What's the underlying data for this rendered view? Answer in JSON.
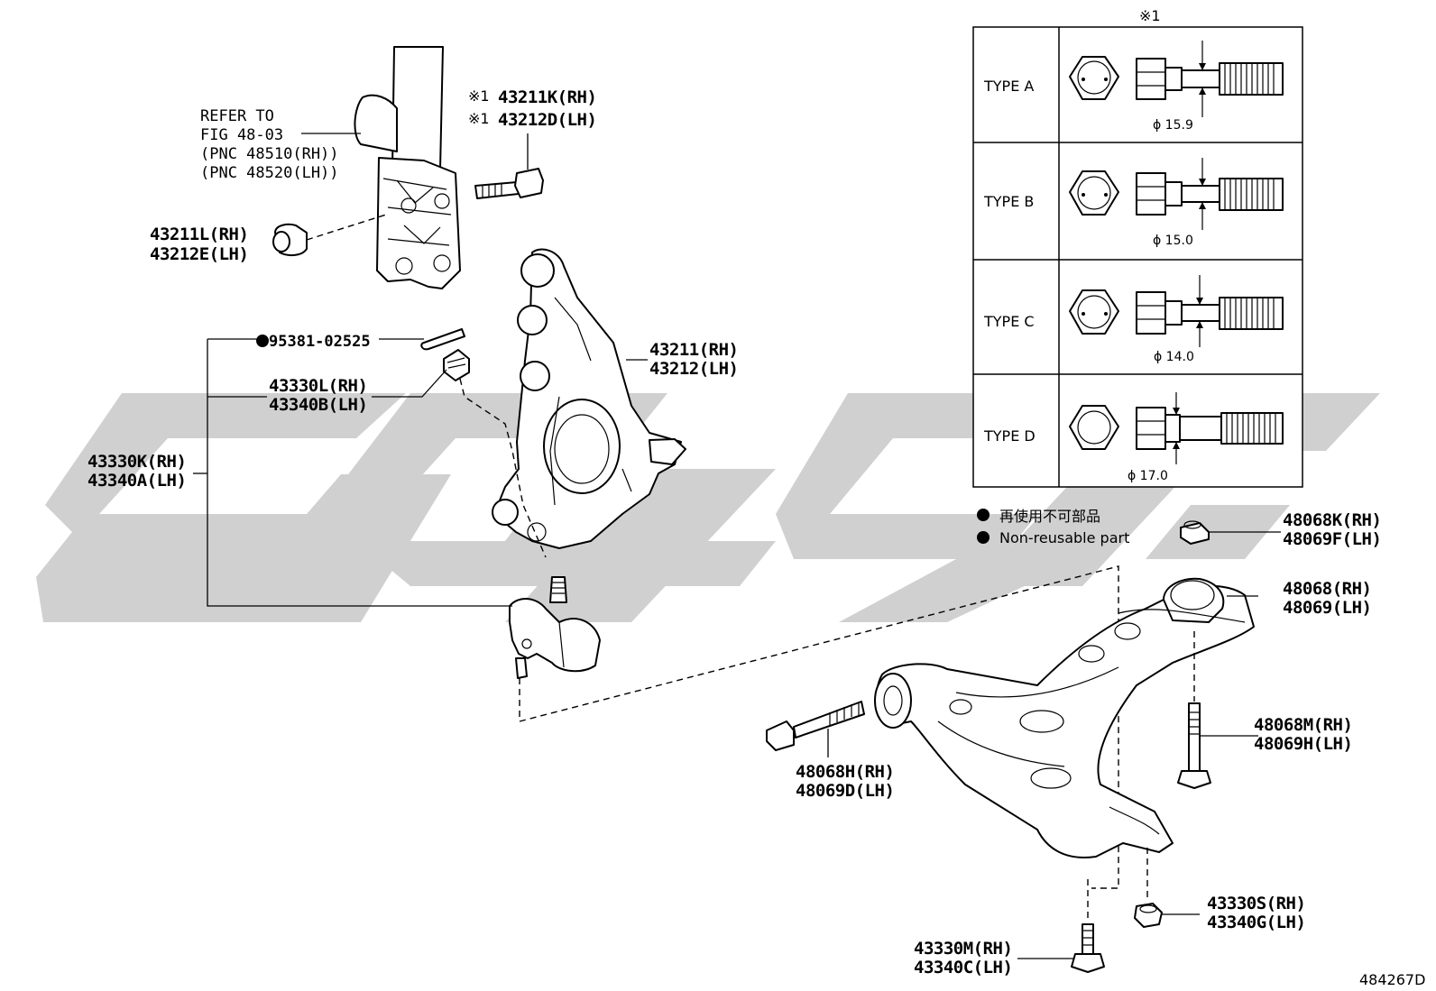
{
  "diagram_id": "484267D",
  "note_marker": "※1",
  "refer": {
    "line1": "REFER TO",
    "line2": "FIG 48-03",
    "line3": "(PNC 48510(RH))",
    "line4": "(PNC 48520(LH))"
  },
  "labels": {
    "bolt_top_rh": "43211K(RH)",
    "bolt_top_lh": "43212D(LH)",
    "bolt_marker": "※1",
    "nut_top_rh": "43211L(RH)",
    "nut_top_lh": "43212E(LH)",
    "cotter_pin": "95381-02525",
    "castle_nut_rh": "43330L(RH)",
    "castle_nut_lh": "43340B(LH)",
    "knuckle_rh": "43211(RH)",
    "knuckle_lh": "43212(LH)",
    "ball_joint_rh": "43330K(RH)",
    "ball_joint_lh": "43340A(LH)",
    "bushing_nut_rh": "48068K(RH)",
    "bushing_nut_lh": "48069F(LH)",
    "arm_rh": "48068(RH)",
    "arm_lh": "48069(LH)",
    "rear_bolt_rh": "48068M(RH)",
    "rear_bolt_lh": "48069H(LH)",
    "front_bolt_rh": "48068H(RH)",
    "front_bolt_lh": "48069D(LH)",
    "arm_nut_rh": "43330S(RH)",
    "arm_nut_lh": "43340G(LH)",
    "arm_bolt_rh": "43330M(RH)",
    "arm_bolt_lh": "43340C(LH)"
  },
  "types_table": {
    "header": "※1",
    "rows": [
      {
        "type": "TYPE A",
        "dim": "ϕ 15.9"
      },
      {
        "type": "TYPE B",
        "dim": "ϕ 15.0"
      },
      {
        "type": "TYPE C",
        "dim": "ϕ 14.0"
      },
      {
        "type": "TYPE D",
        "dim": "ϕ 17.0"
      }
    ]
  },
  "legend": {
    "line1": "再使用不可部品",
    "line2": "Non-reusable part"
  },
  "colors": {
    "line": "#000000",
    "watermark": "#c8c8c8",
    "background": "#ffffff"
  }
}
